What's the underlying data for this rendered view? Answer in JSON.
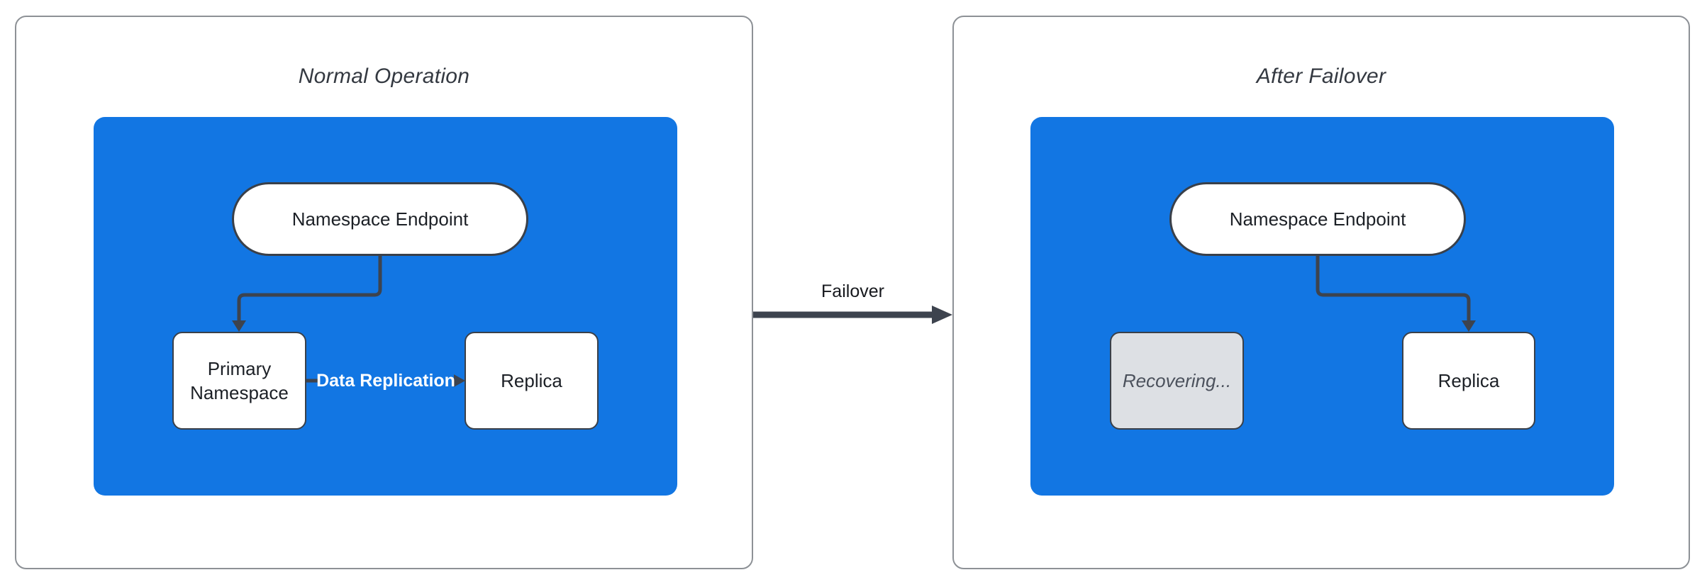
{
  "colors": {
    "canvas_bg": "#FFFFFF",
    "panel_bg": "#FFFFFF",
    "panel_border": "#8D9196",
    "container_blue": "#1276E3",
    "node_bg": "#FFFFFF",
    "node_border": "#3A4049",
    "connector": "#3D434E",
    "title_text": "#343941",
    "node_text": "#1C2026",
    "replication_text": "#FFFFFF",
    "recovering_bg": "#DDE0E4",
    "recovering_text": "#4B515C",
    "failover_text": "#16181D"
  },
  "left_panel": {
    "title": "Normal Operation",
    "container": {
      "endpoint": "Namespace Endpoint",
      "primary": "Primary Namespace",
      "replica": "Replica",
      "replication_label": "Data Replication"
    }
  },
  "transition": {
    "label": "Failover"
  },
  "right_panel": {
    "title": "After Failover",
    "container": {
      "endpoint": "Namespace Endpoint",
      "recovering": "Recovering...",
      "replica": "Replica"
    }
  }
}
